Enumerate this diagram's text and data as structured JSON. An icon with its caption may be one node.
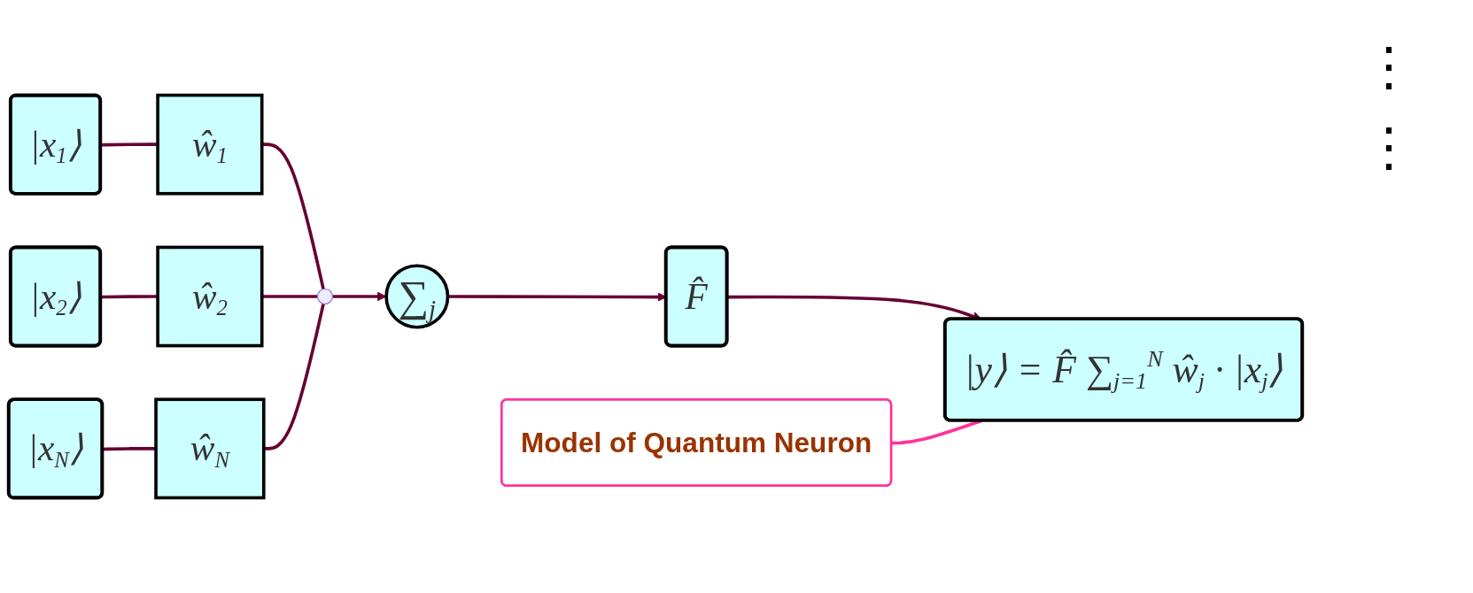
{
  "diagram": {
    "nodes": [
      {
        "text": [
          "|x$_{1}$⟩"
        ]
      },
      {
        "text": [
          "ŵ$_{1}$"
        ]
      },
      {
        "text": [
          "|x$_{2}$⟩"
        ]
      },
      {
        "text": [
          "ŵ$_{2}$"
        ]
      },
      {
        "text": [
          "|x$_{N}$⟩"
        ]
      },
      {
        "text": [
          "ŵ$_{N}$"
        ]
      },
      {
        "text": [],
        "shape": "circle"
      },
      {
        "text": [
          "∑$_{j}$"
        ]
      },
      {
        "text": [
          "F̂"
        ]
      },
      {
        "text": [
          "|y⟩ = F̂ ∑$_{j=1}$$^{N}$ ŵ$_{j}$ · |x$_{j}$⟩"
        ]
      },
      {
        "text": [
          "Model of Quantum Neuron"
        ]
      }
    ],
    "edges": [
      {
        "from": 0,
        "to": 1,
        "arrow": "none"
      },
      {
        "from": 2,
        "to": 3,
        "arrow": "none"
      },
      {
        "from": 4,
        "to": 5,
        "arrow": "none"
      },
      {
        "from": 1,
        "to": 6,
        "arrow": "none"
      },
      {
        "from": 3,
        "to": 6,
        "arrow": "none"
      },
      {
        "from": 5,
        "to": 6,
        "arrow": "none"
      },
      {
        "from": 6,
        "to": 7,
        "arrow": "to"
      },
      {
        "from": 7,
        "to": 8,
        "arrow": "to"
      },
      {
        "from": 8,
        "to": 9,
        "arrow": "to"
      },
      {
        "from": 10,
        "to": 9,
        "arrow": "none",
        "color": "#ff3399"
      }
    ],
    "labels": [
      "⋮",
      "⋮"
    ]
  }
}
